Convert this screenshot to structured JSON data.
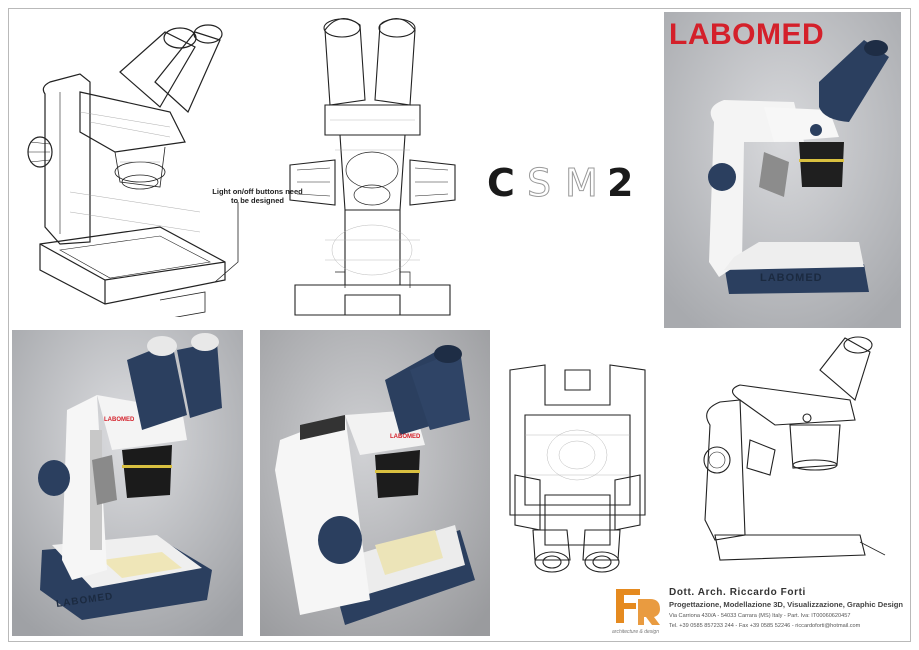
{
  "board": {
    "brand": "LABOMED",
    "title_letters": [
      "C",
      "S",
      "M",
      "2"
    ],
    "note_text": "Light on/off buttons need to be designed",
    "render_labels": {
      "base_label": "LABOMED",
      "arm_label": "LABOMED"
    }
  },
  "footer": {
    "logo_letters": "FR",
    "logo_caption": "architecture & design",
    "name": "Dott. Arch. Riccardo Forti",
    "services": "Progettazione, Modellazione 3D, Visualizzazione, Graphic Design",
    "address": "Via Carriona 430/A  -  54033 Carrara (MS) Italy  -  Part. Iva: IT00060620457",
    "contacts": "Tel. +39 0585 857233 244  -  Fax +39 0585 52246  -  riccardoforti@hotmail.com"
  },
  "colors": {
    "brand_red": "#d4202a",
    "navy": "#2b3f5f",
    "render_bg": "#bdbfc3",
    "logo_orange": "#e58a1f"
  }
}
